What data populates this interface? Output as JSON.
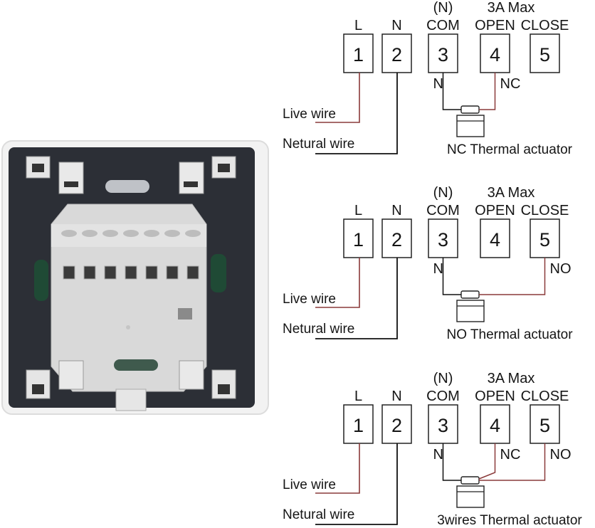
{
  "device_photo": {
    "description": "Back view of thermostat with terminal block",
    "terminal_count": 7
  },
  "colors": {
    "live_wire": "#8a3a3a",
    "neutral_wire": "#111111",
    "panel_dark": "#2c2f36",
    "frame_light": "#eeeeee",
    "terminal_block": "#d9d9d9"
  },
  "diagrams": [
    {
      "id": "nc",
      "header_top": {
        "com": "(N)",
        "rating": "3A Max"
      },
      "terminals": [
        {
          "number": "1",
          "label": "L"
        },
        {
          "number": "2",
          "label": "N"
        },
        {
          "number": "3",
          "label": "COM"
        },
        {
          "number": "4",
          "label": "OPEN"
        },
        {
          "number": "5",
          "label": "CLOSE"
        }
      ],
      "wire_labels": {
        "live": "Live wire",
        "neutral": "Netural wire"
      },
      "actuator_pins": [
        {
          "terminal": "3",
          "label": "N"
        },
        {
          "terminal": "4",
          "label": "NC"
        }
      ],
      "caption": "NC Thermal actuator"
    },
    {
      "id": "no",
      "header_top": {
        "com": "(N)",
        "rating": "3A Max"
      },
      "terminals": [
        {
          "number": "1",
          "label": "L"
        },
        {
          "number": "2",
          "label": "N"
        },
        {
          "number": "3",
          "label": "COM"
        },
        {
          "number": "4",
          "label": "OPEN"
        },
        {
          "number": "5",
          "label": "CLOSE"
        }
      ],
      "wire_labels": {
        "live": "Live wire",
        "neutral": "Netural wire"
      },
      "actuator_pins": [
        {
          "terminal": "3",
          "label": "N"
        },
        {
          "terminal": "5",
          "label": "NO"
        }
      ],
      "caption": "NO Thermal actuator"
    },
    {
      "id": "3wire",
      "header_top": {
        "com": "(N)",
        "rating": "3A Max"
      },
      "terminals": [
        {
          "number": "1",
          "label": "L"
        },
        {
          "number": "2",
          "label": "N"
        },
        {
          "number": "3",
          "label": "COM"
        },
        {
          "number": "4",
          "label": "OPEN"
        },
        {
          "number": "5",
          "label": "CLOSE"
        }
      ],
      "wire_labels": {
        "live": "Live wire",
        "neutral": "Netural wire"
      },
      "actuator_pins": [
        {
          "terminal": "3",
          "label": "N"
        },
        {
          "terminal": "4",
          "label": "NC"
        },
        {
          "terminal": "5",
          "label": "NO"
        }
      ],
      "caption": "3wires Thermal actuator"
    }
  ]
}
